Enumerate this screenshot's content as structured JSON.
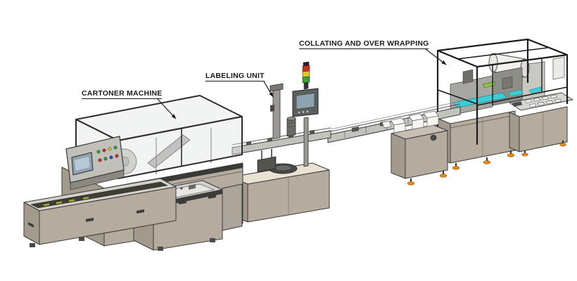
{
  "background": "#ffffff",
  "labels": [
    {
      "id": "cartoner-machine",
      "text": "CARTONER MACHINE"
    },
    {
      "id": "labeling-unit",
      "text": "LABELING UNIT"
    },
    {
      "id": "collating-overwrapping",
      "text": "COLLATING AND OVER WRAPPING"
    }
  ],
  "signal_tower_lights": [
    "red",
    "amber",
    "green"
  ],
  "colors": {
    "body_beige": "#b5ac9f",
    "body_beige_dark": "#a39a8e",
    "panel_light": "#d4d1cb",
    "table_cream": "#e9e1d2",
    "guard_frame_dark": "#2e2e2e",
    "accent_cyan": "#3ecfd6",
    "accent_green": "#8cbf4a",
    "foot_orange": "#e08a1f",
    "light_red": "#c23326",
    "light_amber": "#d8c832",
    "light_green": "#3f9e3a",
    "button_blue": "#2a46cc",
    "button_red": "#cc2d22",
    "button_green": "#2f9e2f",
    "button_yellow": "#d8c62e",
    "screen_blue": "#8fa2b2",
    "label_text": "#1a1a1a"
  }
}
